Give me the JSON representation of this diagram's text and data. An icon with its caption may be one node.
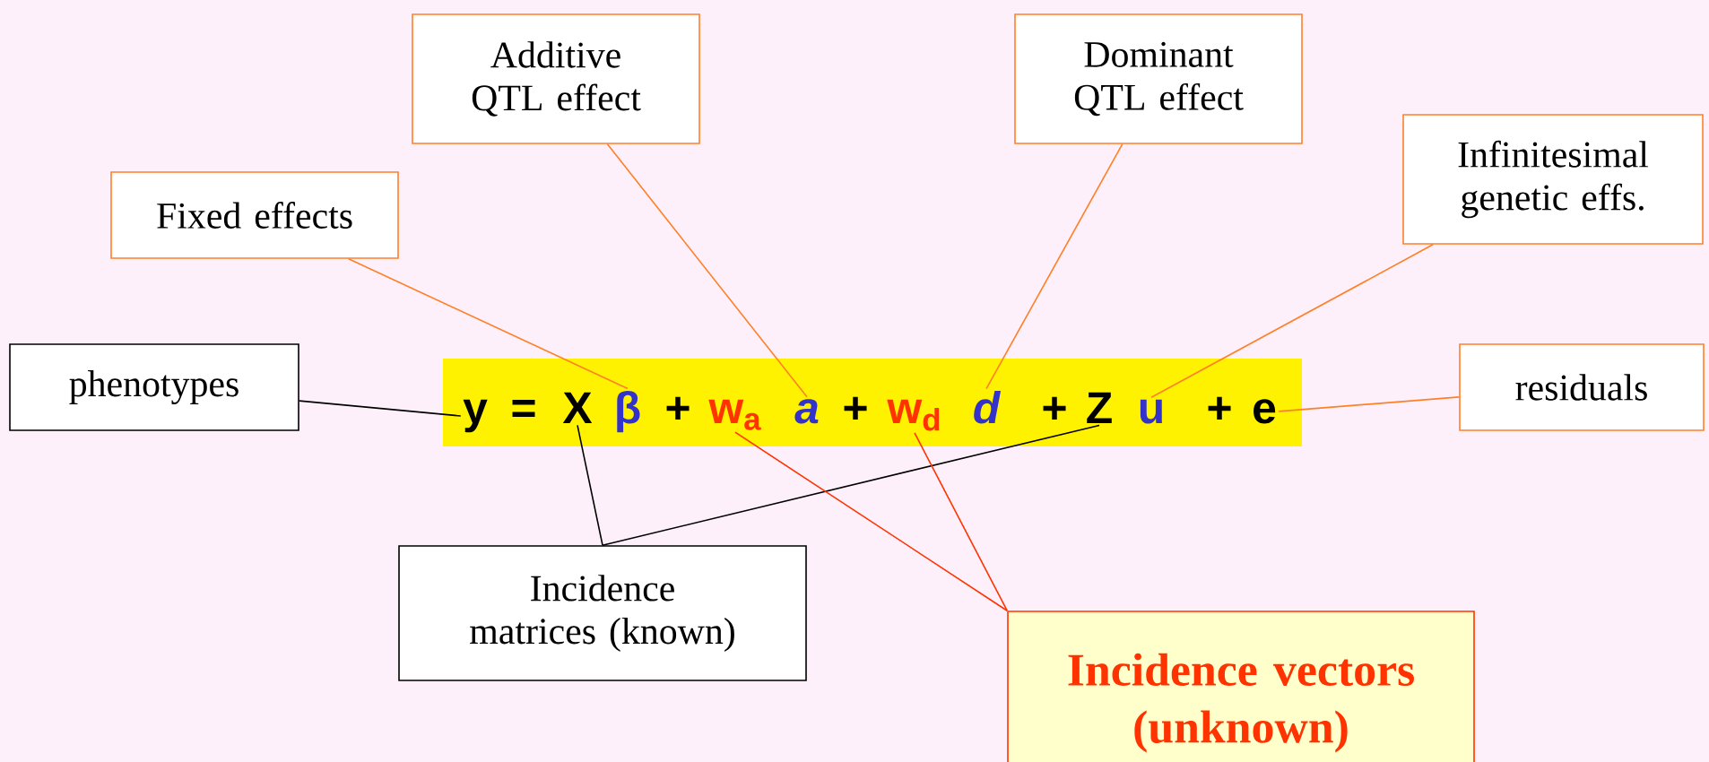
{
  "diagram": {
    "nodes": [
      {
        "text": [
          "Additive QTL effect"
        ]
      },
      {
        "text": [
          "Dominant QTL effect"
        ]
      },
      {
        "text": [
          "Infinitesimal genetic effs."
        ]
      },
      {
        "text": [
          "Fixed effects"
        ]
      },
      {
        "text": [
          "phenotypes"
        ]
      },
      {
        "text": [],
        "shape": "box"
      },
      {
        "text": [
          "y"
        ],
        "in": 5
      },
      {
        "text": [
          "X"
        ],
        "in": 5
      },
      {
        "text": [
          "β"
        ],
        "in": 5
      },
      {
        "text": [
          "w$_{a}$"
        ],
        "in": 5
      },
      {
        "text": [
          "a"
        ],
        "in": 5
      },
      {
        "text": [
          "w$_{d}$"
        ],
        "in": 5
      },
      {
        "text": [
          "d"
        ],
        "in": 5
      },
      {
        "text": [
          "Z"
        ],
        "in": 5
      },
      {
        "text": [
          "u"
        ],
        "in": 5
      },
      {
        "text": [
          "e"
        ],
        "in": 5
      },
      {
        "text": [
          "residuals"
        ]
      },
      {
        "text": [
          "Incidence matrices (known)"
        ]
      },
      {
        "text": [
          "Incidence vectors (unknown)"
        ]
      }
    ],
    "edges": [
      {
        "from": 4,
        "to": 6,
        "arrow": "none",
        "color": "#000000"
      },
      {
        "from": 3,
        "to": 8,
        "arrow": "none"
      },
      {
        "from": 0,
        "to": 10,
        "arrow": "none"
      },
      {
        "from": 1,
        "to": 12,
        "arrow": "none"
      },
      {
        "from": 2,
        "to": 14,
        "arrow": "none"
      },
      {
        "from": 16,
        "to": 15,
        "arrow": "none"
      },
      {
        "from": 17,
        "to": 7,
        "arrow": "none",
        "color": "#000000"
      },
      {
        "from": 17,
        "to": 13,
        "arrow": "none",
        "color": "#000000"
      },
      {
        "from": 18,
        "to": 9,
        "arrow": "none",
        "color": "#ff3300"
      },
      {
        "from": 18,
        "to": 11,
        "arrow": "none",
        "color": "#ff3300"
      }
    ],
    "labels": [
      "=",
      "+",
      "+",
      "+",
      "+"
    ]
  }
}
